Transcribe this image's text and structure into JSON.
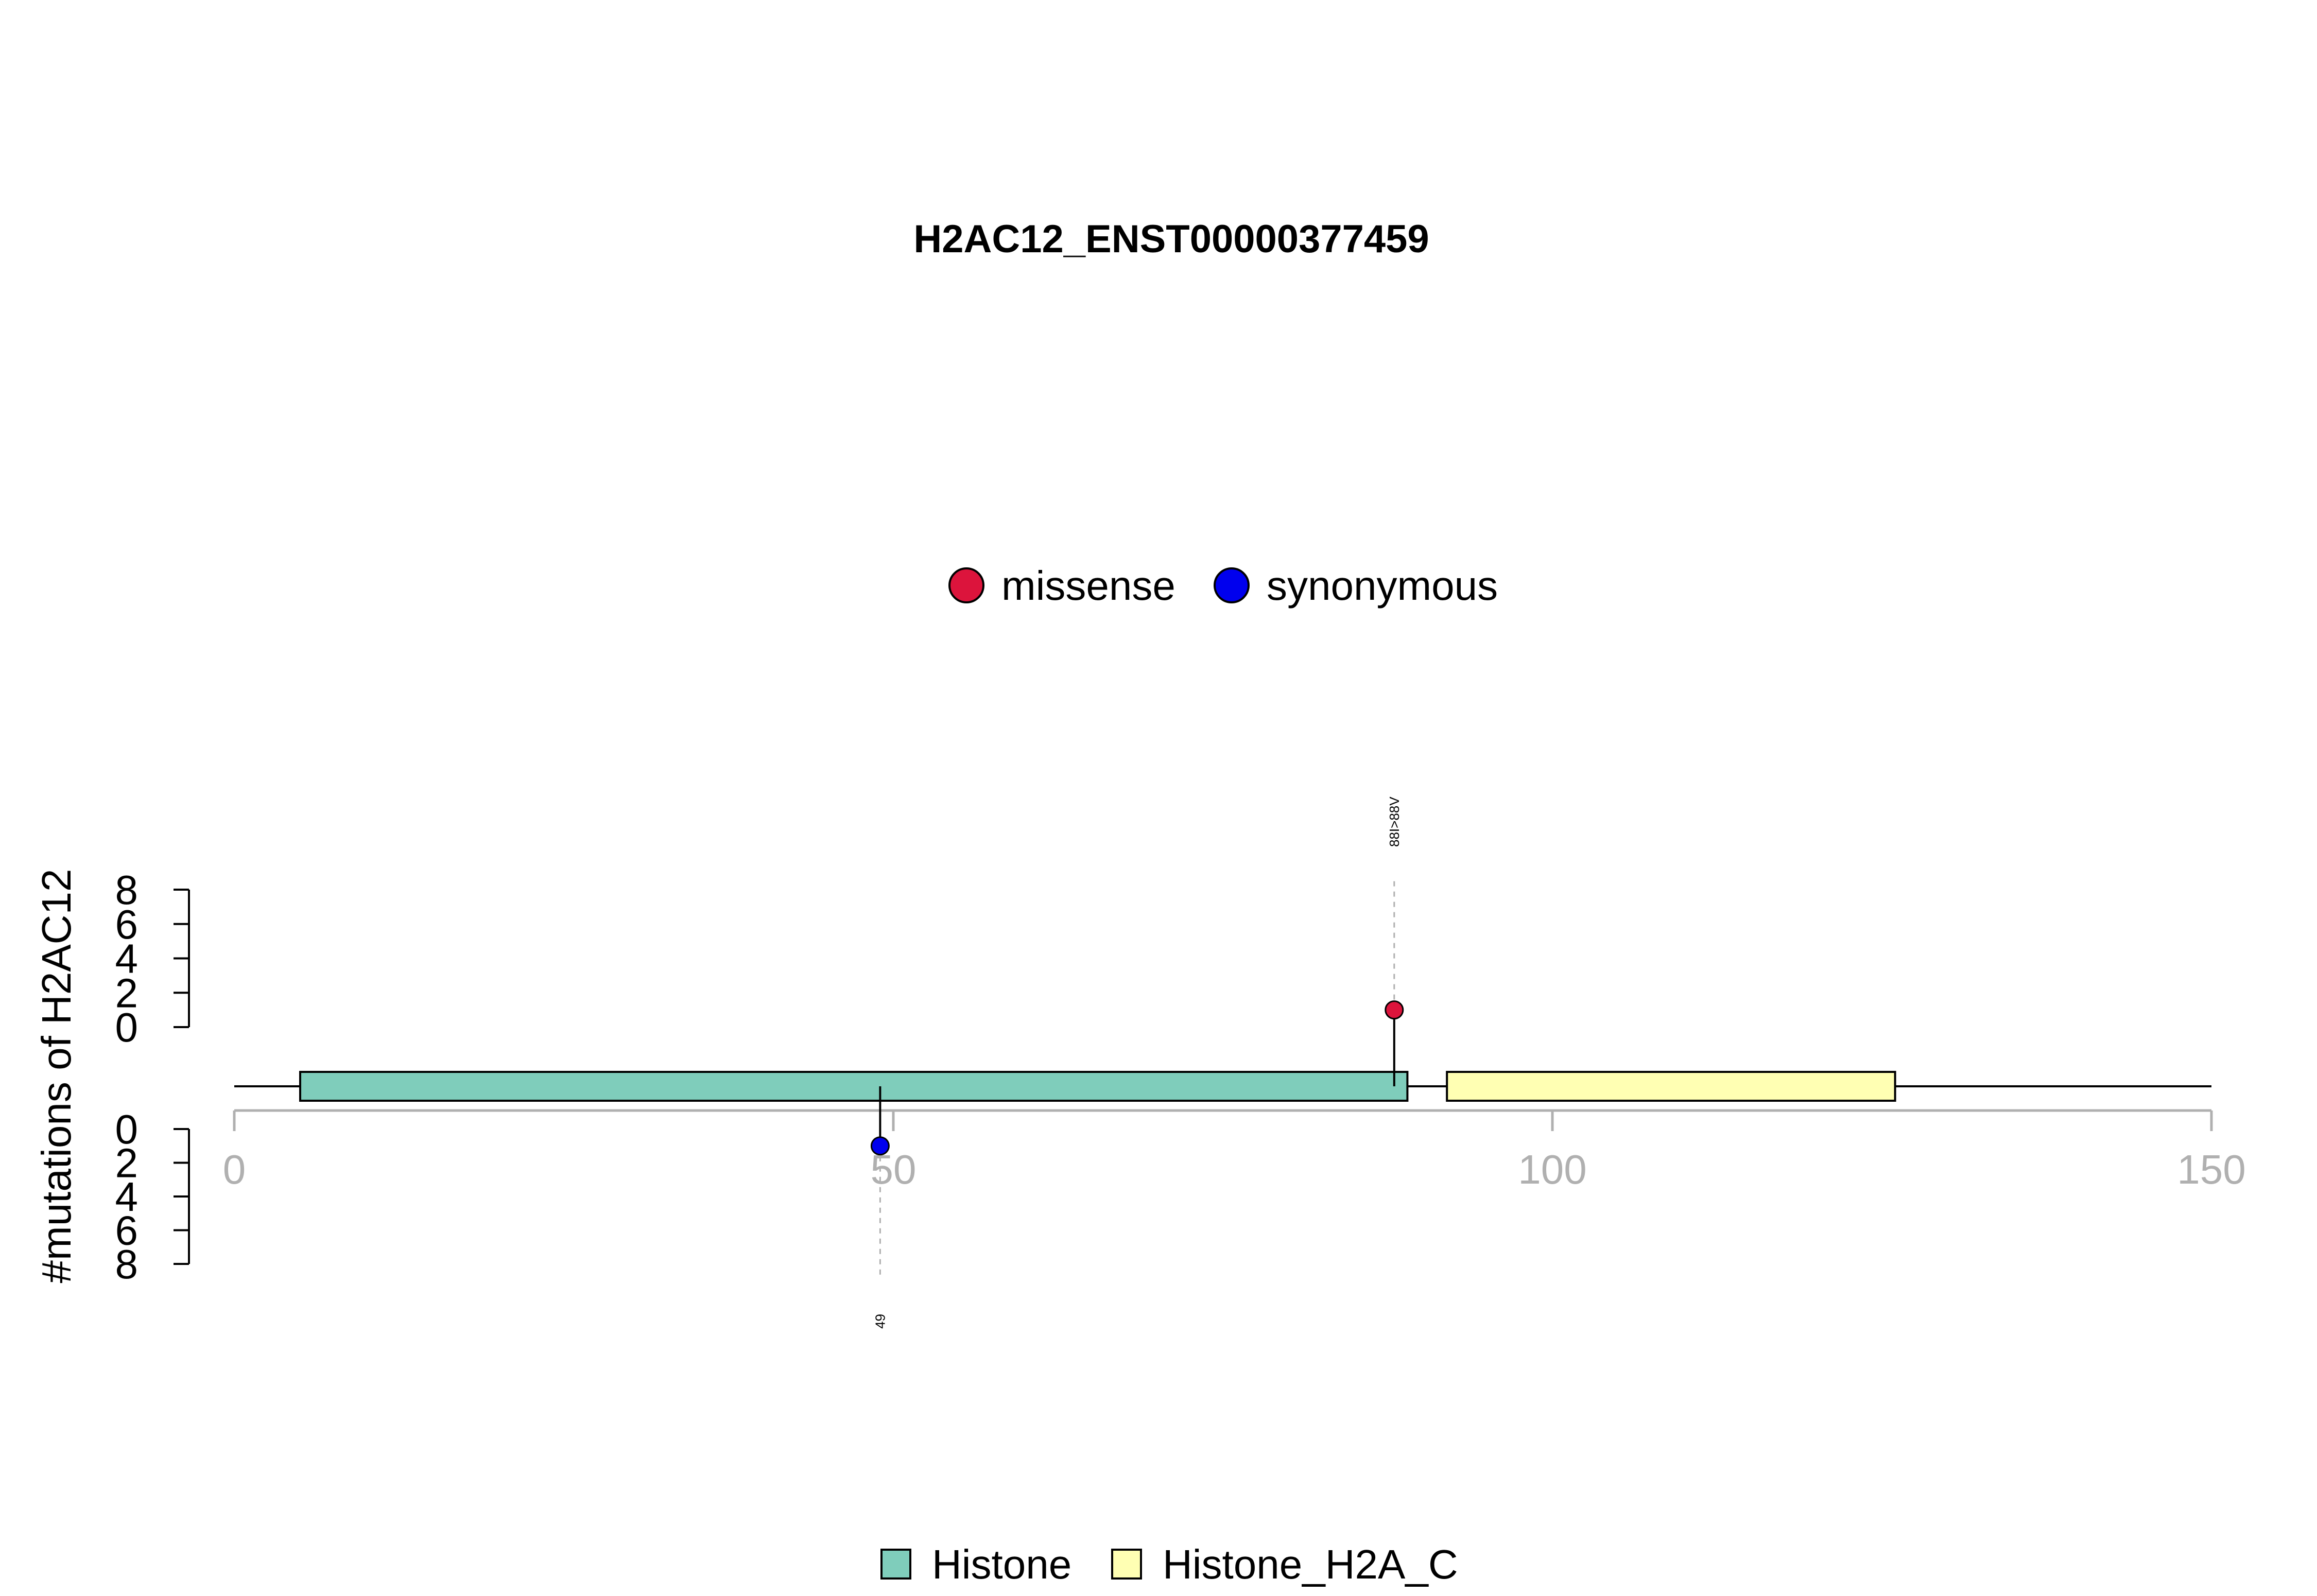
{
  "chart_data": {
    "type": "lollipop",
    "title": "H2AC12_ENST00000377459",
    "ylabel": "#mutations of H2AC12",
    "protein_length": 150,
    "xlim": [
      0,
      150
    ],
    "x_ticks": [
      0,
      50,
      100,
      150
    ],
    "ylim_top": [
      0,
      8
    ],
    "ylim_bottom": [
      0,
      8
    ],
    "y_ticks": [
      0,
      2,
      4,
      6,
      8
    ],
    "mutation_legend": [
      {
        "name": "missense",
        "color": "#dc143c"
      },
      {
        "name": "synonymous",
        "color": "#0000ee"
      }
    ],
    "mutations": [
      {
        "position": 88,
        "count": 1,
        "type": "missense",
        "label": "88I>88V",
        "side": "top"
      },
      {
        "position": 49,
        "count": 1,
        "type": "synonymous",
        "label": "49",
        "side": "bottom"
      }
    ],
    "domains": [
      {
        "name": "Histone",
        "start": 5,
        "end": 89,
        "color": "#7fcdbb"
      },
      {
        "name": "Histone_H2A_C",
        "start": 92,
        "end": 126,
        "color": "#ffffb3"
      }
    ]
  }
}
